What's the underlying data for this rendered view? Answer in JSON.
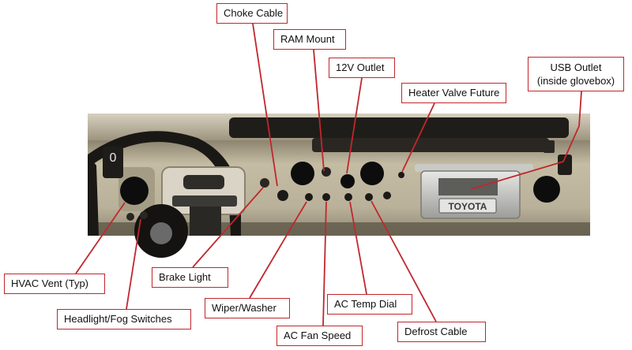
{
  "colors": {
    "callout": "#c0272d",
    "dash_body": "#bdb49a",
    "dash_shadow": "#5c5645",
    "cap": "#2a2722",
    "hole": "#0d0d0d",
    "background": "#ffffff"
  },
  "photo": {
    "badge_text": "TOYOTA"
  },
  "callouts": [
    {
      "id": "choke-cable",
      "text": "Choke Cable"
    },
    {
      "id": "ram-mount",
      "text": "RAM Mount"
    },
    {
      "id": "12v-outlet",
      "text": "12V Outlet"
    },
    {
      "id": "heater-valve-future",
      "text": "Heater  Valve Future"
    },
    {
      "id": "usb-outlet",
      "line1": "USB Outlet",
      "line2": "(inside glovebox)"
    },
    {
      "id": "hvac-vent",
      "text": "HVAC Vent (Typ)"
    },
    {
      "id": "headlight-fog-switches",
      "text": "Headlight/Fog Switches"
    },
    {
      "id": "brake-light",
      "text": "Brake Light"
    },
    {
      "id": "wiper-washer",
      "text": "Wiper/Washer"
    },
    {
      "id": "ac-fan-speed",
      "text": "AC Fan Speed"
    },
    {
      "id": "ac-temp-dial",
      "text": "AC Temp Dial"
    },
    {
      "id": "defrost-cable",
      "text": "Defrost Cable"
    }
  ]
}
